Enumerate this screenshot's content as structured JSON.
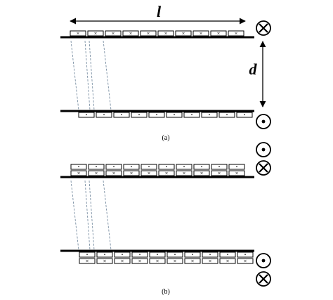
{
  "panel_a": {
    "caption": "(a)",
    "length_label": "l",
    "gap_label": "d",
    "top_cell_mark": "×",
    "bottom_cell_mark": "•",
    "top_cells": 10,
    "bottom_cells": 10,
    "top_current": "into-page",
    "bottom_current": "out-of-page"
  },
  "panel_b": {
    "caption": "(b)",
    "top_row1_mark": "•",
    "top_row2_mark": "×",
    "bottom_row1_mark": "•",
    "bottom_row2_mark": "×",
    "cells_per_row": 10
  },
  "colors": {
    "line": "#000000",
    "dashed": "#7a8fa3"
  },
  "icons": [
    "cross-circle-icon",
    "dot-circle-icon"
  ]
}
